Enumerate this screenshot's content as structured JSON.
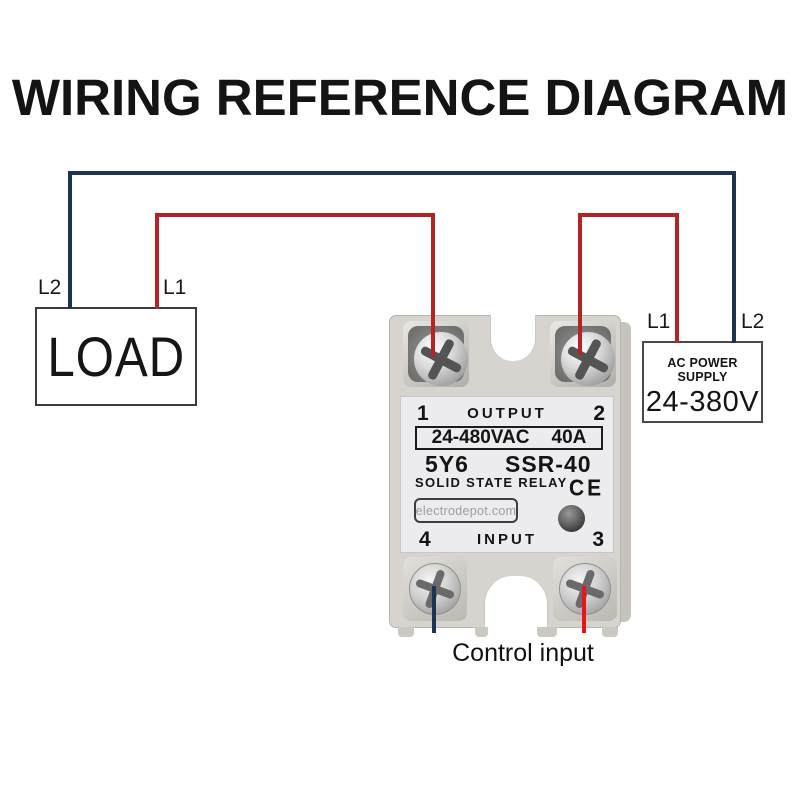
{
  "title": "WIRING REFERENCE DIAGRAM",
  "colors": {
    "wire_neutral": "#1d3552",
    "wire_hot": "#b32424",
    "control_negative": "#1d3552",
    "control_positive": "#e8141c"
  },
  "load_box": {
    "label": "LOAD",
    "left_terminal": "L2",
    "right_terminal": "L1"
  },
  "power_supply": {
    "name": "AC POWER SUPPLY",
    "voltage": "24-380V",
    "left_terminal": "L1",
    "right_terminal": "L2"
  },
  "relay": {
    "output_section": {
      "left_pin": "1",
      "label": "OUTPUT",
      "right_pin": "2"
    },
    "rating": {
      "voltage": "24-480VAC",
      "current": "40A"
    },
    "model": {
      "code": "5Y6",
      "series": "SSR-40"
    },
    "type": "SOLID STATE RELAY",
    "ce_mark": "CE",
    "brand": "electrodepot.com",
    "input_section": {
      "left_pin": "4",
      "label": "INPUT",
      "right_pin": "3"
    }
  },
  "control_input_label": "Control input"
}
